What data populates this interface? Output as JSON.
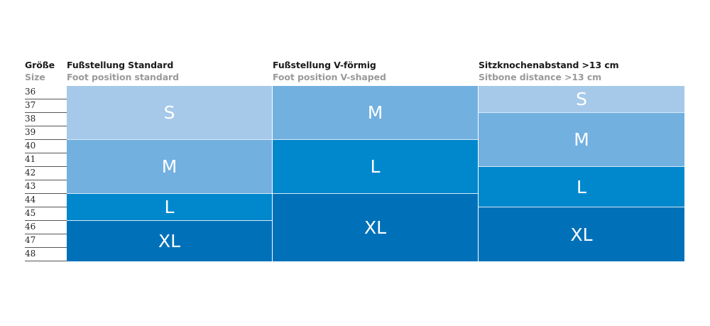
{
  "header": {
    "size_label_de": "Größe",
    "size_label_en": "Size",
    "columns": [
      {
        "title_de": "Fußstellung Standard",
        "title_en": "Foot position standard"
      },
      {
        "title_de": "Fußstellung V-förmig",
        "title_en": "Foot position V-shaped"
      },
      {
        "title_de": "Sitzknochenabstand >13 cm",
        "title_en": "Sitbone distance >13 cm"
      }
    ]
  },
  "axis": {
    "sizes": [
      "36",
      "37",
      "38",
      "39",
      "40",
      "41",
      "42",
      "43",
      "44",
      "45",
      "46",
      "47",
      "48"
    ]
  },
  "colors": {
    "S": "#a6c9ea",
    "M": "#72b0e0",
    "L": "#0087cc",
    "XL": "#0071b9"
  },
  "chart_data": {
    "type": "table",
    "title": "Size chart: shoe size (Größe / Size) to saddle/insole size",
    "xlabel": "",
    "ylabel": "Größe / Size",
    "row_categories": [
      "36",
      "37",
      "38",
      "39",
      "40",
      "41",
      "42",
      "43",
      "44",
      "45",
      "46",
      "47",
      "48"
    ],
    "series": [
      {
        "name": "Fußstellung Standard / Foot position standard",
        "ranges": [
          {
            "label": "S",
            "from": 36,
            "to": 39
          },
          {
            "label": "M",
            "from": 40,
            "to": 43
          },
          {
            "label": "L",
            "from": 44,
            "to": 45
          },
          {
            "label": "XL",
            "from": 46,
            "to": 48
          }
        ]
      },
      {
        "name": "Fußstellung V-förmig / Foot position V-shaped",
        "ranges": [
          {
            "label": "M",
            "from": 36,
            "to": 39
          },
          {
            "label": "L",
            "from": 40,
            "to": 43
          },
          {
            "label": "XL",
            "from": 44,
            "to": 48
          }
        ]
      },
      {
        "name": "Sitzknochenabstand >13 cm / Sitbone distance >13 cm",
        "ranges": [
          {
            "label": "S",
            "from": 36,
            "to": 37
          },
          {
            "label": "M",
            "from": 38,
            "to": 41
          },
          {
            "label": "L",
            "from": 42,
            "to": 44
          },
          {
            "label": "XL",
            "from": 45,
            "to": 48
          }
        ]
      }
    ]
  }
}
